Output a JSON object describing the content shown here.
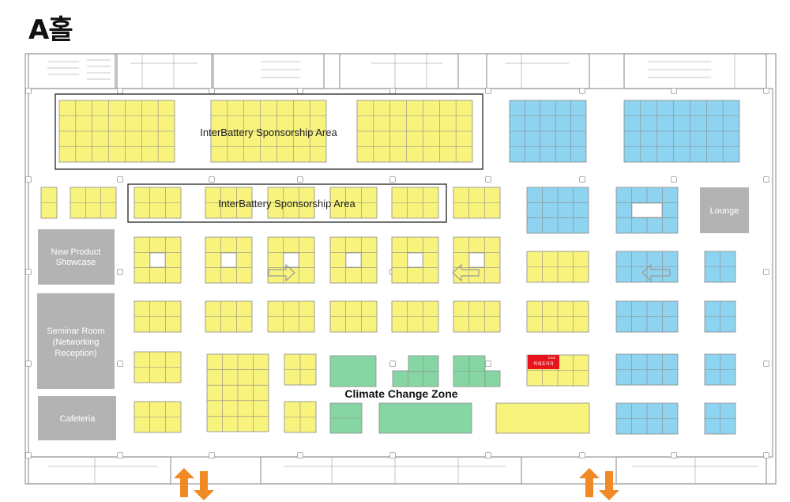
{
  "hall_title": "A홀",
  "colors": {
    "yellow": "#f8f37c",
    "blue": "#8ed3ef",
    "green": "#86d6a4",
    "gray": "#b3b3b3",
    "red": "#e8141c",
    "arrow": "#f08a24",
    "wall": "#9a9a9a"
  },
  "areas": {
    "sponsorship_1": "InterBattery Sponsorship Area",
    "sponsorship_2": "InterBattery Sponsorship Area",
    "climate_zone": "Climate Change Zone"
  },
  "rooms": {
    "new_product": "New Product Showcase",
    "seminar": "Seminar Room (Networking Reception)",
    "cafeteria": "Cafeteria",
    "lounge": "Lounge"
  },
  "highlight_booth": {
    "number": "E206",
    "name": "파워프라자"
  }
}
